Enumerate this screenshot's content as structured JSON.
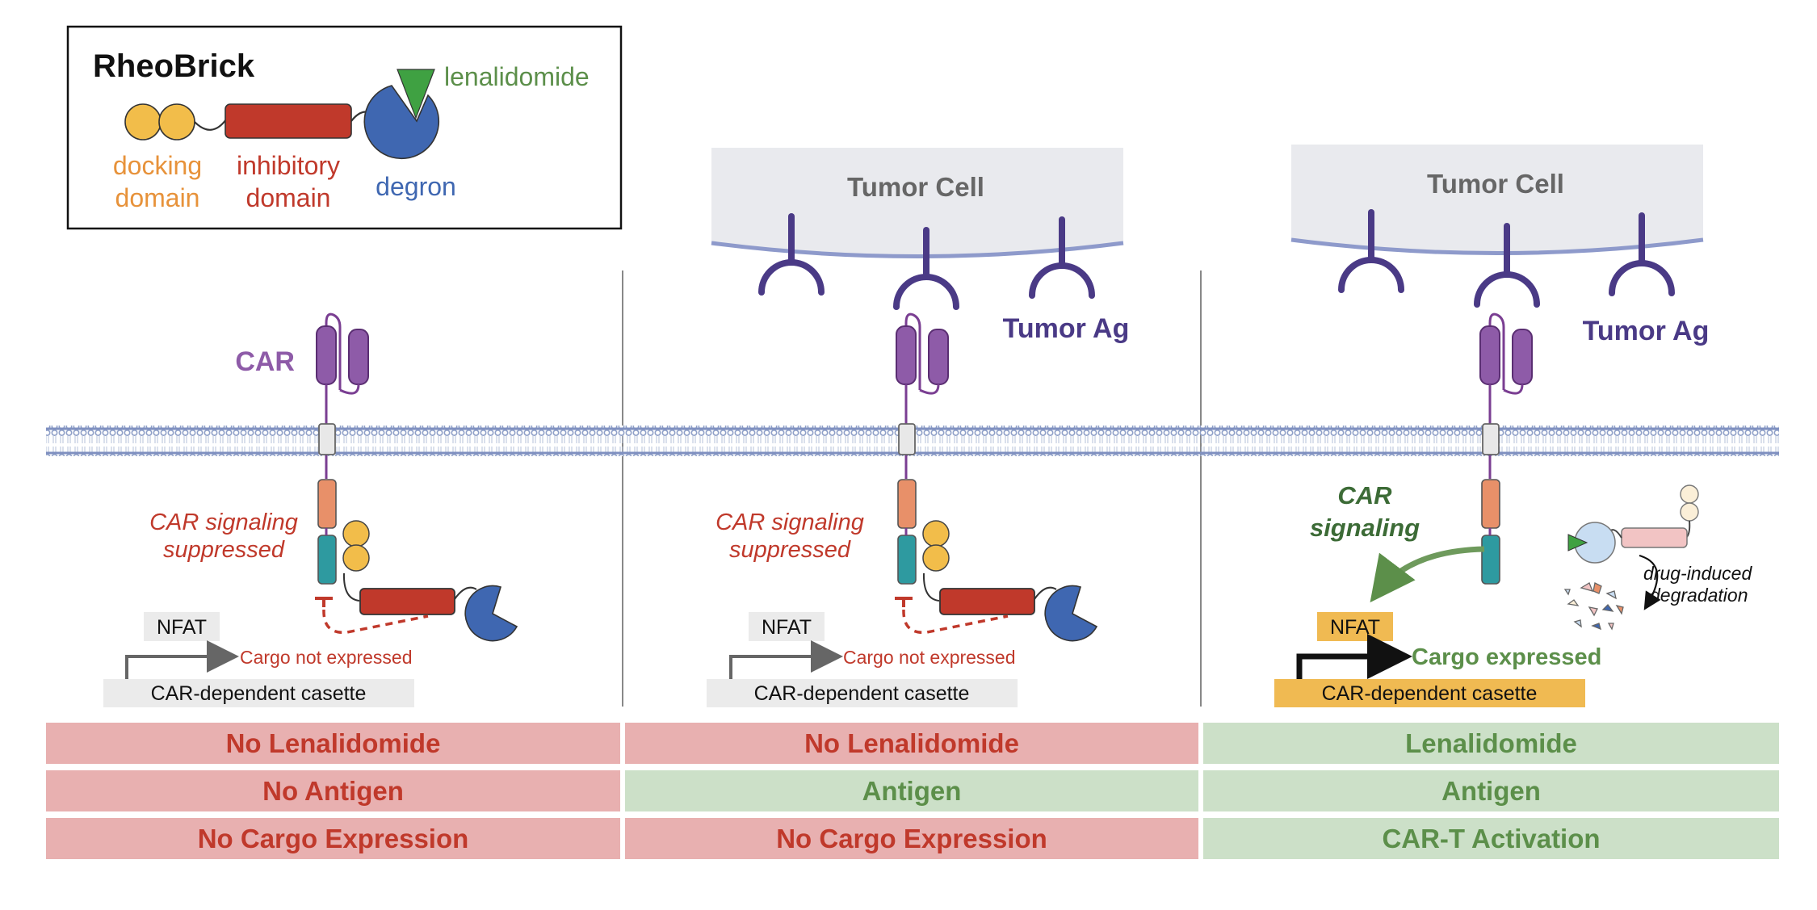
{
  "legend": {
    "title": "RheoBrick",
    "drug_label": "lenalidomide",
    "docking_line1": "docking",
    "docking_line2": "domain",
    "inhibitory_line1": "inhibitory",
    "inhibitory_line2": "domain",
    "degron_label": "degron"
  },
  "panels": [
    {
      "tumor_cell": "",
      "tumor_ag": "",
      "car_label": "CAR",
      "signal_line1": "CAR signaling",
      "signal_line2": "suppressed",
      "nfat": "NFAT",
      "cargo": "Cargo not expressed",
      "cassette": "CAR-dependent casette"
    },
    {
      "tumor_cell": "Tumor Cell",
      "tumor_ag": "Tumor Ag",
      "car_label": "",
      "signal_line1": "CAR signaling",
      "signal_line2": "suppressed",
      "nfat": "NFAT",
      "cargo": "Cargo not expressed",
      "cassette": "CAR-dependent casette"
    },
    {
      "tumor_cell": "Tumor Cell",
      "tumor_ag": "Tumor Ag",
      "car_label": "",
      "signal_line1": "CAR",
      "signal_line2": "signaling",
      "nfat": "NFAT",
      "cargo": "Cargo expressed",
      "cassette": "CAR-dependent casette",
      "degradation_line1": "drug-induced",
      "degradation_line2": "degradation"
    }
  ],
  "conditions": [
    {
      "label": "No Lenalidomide",
      "state": "negative"
    },
    {
      "label": "No Lenalidomide",
      "state": "negative"
    },
    {
      "label": "Lenalidomide",
      "state": "positive"
    },
    {
      "label": "No Antigen",
      "state": "negative"
    },
    {
      "label": "Antigen",
      "state": "positive"
    },
    {
      "label": "Antigen",
      "state": "positive"
    },
    {
      "label": "No Cargo Expression",
      "state": "negative"
    },
    {
      "label": "No Cargo Expression",
      "state": "negative"
    },
    {
      "label": "CAR-T Activation",
      "state": "positive"
    }
  ],
  "colors": {
    "docking": "#F2BD4A",
    "inhibitory": "#C0392B",
    "degron": "#3F67B1",
    "drug": "#3FA142",
    "car": "#8E5BA8",
    "tumor_ag": "#4A3A86",
    "negative_bg": "#E8B0B0",
    "negative_text": "#C0392B",
    "positive_bg": "#CCE0C8",
    "positive_text": "#5C8F4A"
  }
}
